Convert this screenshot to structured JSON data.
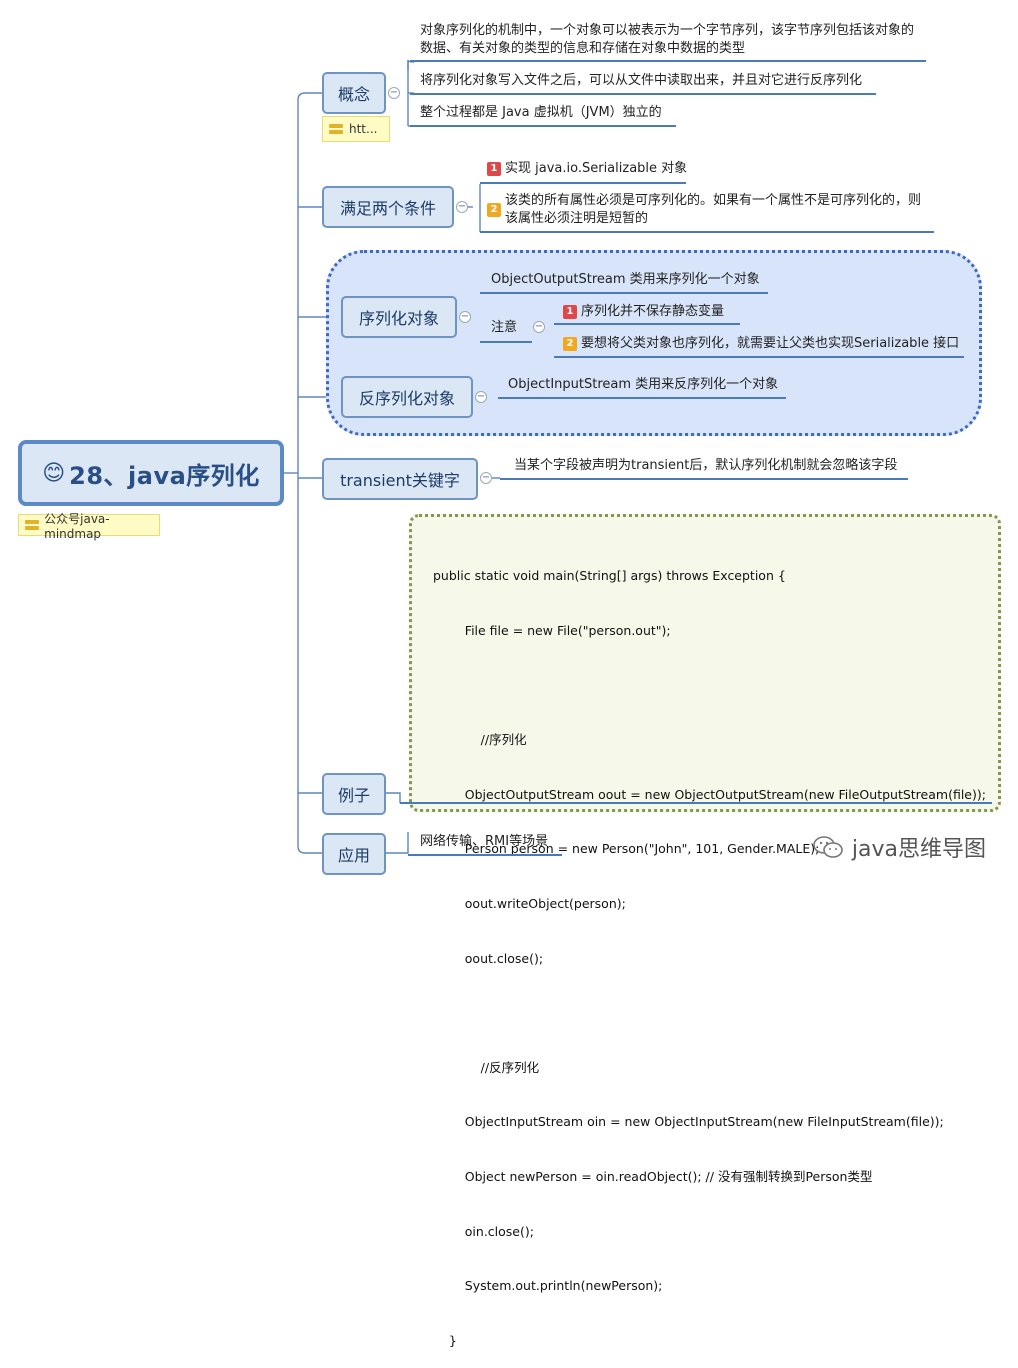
{
  "root": {
    "emoji": "😊",
    "title": "28、java序列化",
    "note": "公众号java-mindmap"
  },
  "branches": {
    "concept": {
      "label": "概念",
      "note": "htt...",
      "leaves": [
        {
          "line1": "对象序列化的机制中，一个对象可以被表示为一个字节序列，该字节序列包括该对象的",
          "line2": "数据、有关对象的类型的信息和存储在对象中数据的类型"
        },
        {
          "line1": "将序列化对象写入文件之后，可以从文件中读取出来，并且对它进行反序列化"
        },
        {
          "line1": "整个过程都是 Java 虚拟机（JVM）独立的"
        }
      ]
    },
    "conditions": {
      "label": "满足两个条件",
      "leaves": [
        {
          "badge": "1",
          "line1": "实现 java.io.Serializable 对象"
        },
        {
          "badge": "2",
          "line1": "该类的所有属性必须是可序列化的。如果有一个属性不是可序列化的，则",
          "line2": "该属性必须注明是短暂的"
        }
      ]
    },
    "serialize": {
      "label": "序列化对象",
      "leaves": [
        {
          "line1": "ObjectOutputStream 类用来序列化一个对象"
        }
      ],
      "notice": {
        "label": "注意",
        "items": [
          {
            "badge": "1",
            "text": "序列化并不保存静态变量"
          },
          {
            "badge": "2",
            "text": "要想将父类对象也序列化，就需要让父类也实现Serializable 接口"
          }
        ]
      }
    },
    "deserialize": {
      "label": "反序列化对象",
      "leaves": [
        {
          "line1": "ObjectInputStream 类用来反序列化一个对象"
        }
      ]
    },
    "transient": {
      "label": "transient关键字",
      "leaves": [
        {
          "line1": "当某个字段被声明为transient后，默认序列化机制就会忽略该字段"
        }
      ]
    },
    "example": {
      "label": "例子",
      "code": [
        "public static void main(String[] args) throws Exception {",
        "        File file = new File(\"person.out\");",
        "",
        "            //序列化",
        "        ObjectOutputStream oout = new ObjectOutputStream(new FileOutputStream(file));",
        "        Person person = new Person(\"John\", 101, Gender.MALE);",
        "        oout.writeObject(person);",
        "        oout.close();",
        "",
        "            //反序列化",
        "        ObjectInputStream oin = new ObjectInputStream(new FileInputStream(file));",
        "        Object newPerson = oin.readObject(); // 没有强制转换到Person类型",
        "        oin.close();",
        "        System.out.println(newPerson);",
        "    }"
      ]
    },
    "application": {
      "label": "应用",
      "leaves": [
        {
          "line1": "网络传输、RMI等场景"
        }
      ]
    }
  },
  "watermark": {
    "text": "java思维导图",
    "icon": "wechat-icon"
  },
  "colors": {
    "accent": "#4a7ab8",
    "node_fill": "#dbe7f5",
    "cloud_fill": "#d8e4f9",
    "note_fill": "#fffbc4"
  }
}
